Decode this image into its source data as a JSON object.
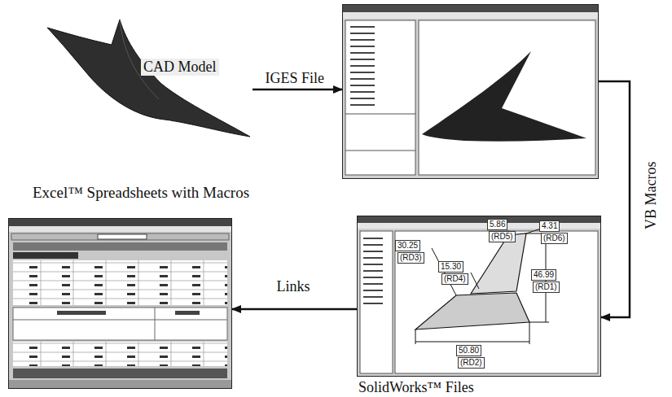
{
  "diagram": {
    "nodes": [
      {
        "text": [
          "CAD Model"
        ]
      },
      {
        "text": []
      },
      {
        "text": [
          "SolidWorks™ Files"
        ]
      },
      {
        "text": [
          "Excel™ Spreadsheets with Macros"
        ]
      }
    ],
    "edges": [
      {
        "from": 0,
        "to": 1,
        "label": "IGES File",
        "arrow": "to"
      },
      {
        "from": 1,
        "to": 2,
        "label": "VB Macros",
        "arrow": "to"
      },
      {
        "from": 2,
        "to": 3,
        "label": "Links",
        "arrow": "to"
      }
    ],
    "labels": [
      "30.25",
      "(RD3)",
      "15.30",
      "(RD4)",
      "5.86",
      "(RD5)",
      "4.31",
      "(RD6)",
      "46.99",
      "(RD1)",
      "50.80",
      "(RD2)"
    ]
  }
}
